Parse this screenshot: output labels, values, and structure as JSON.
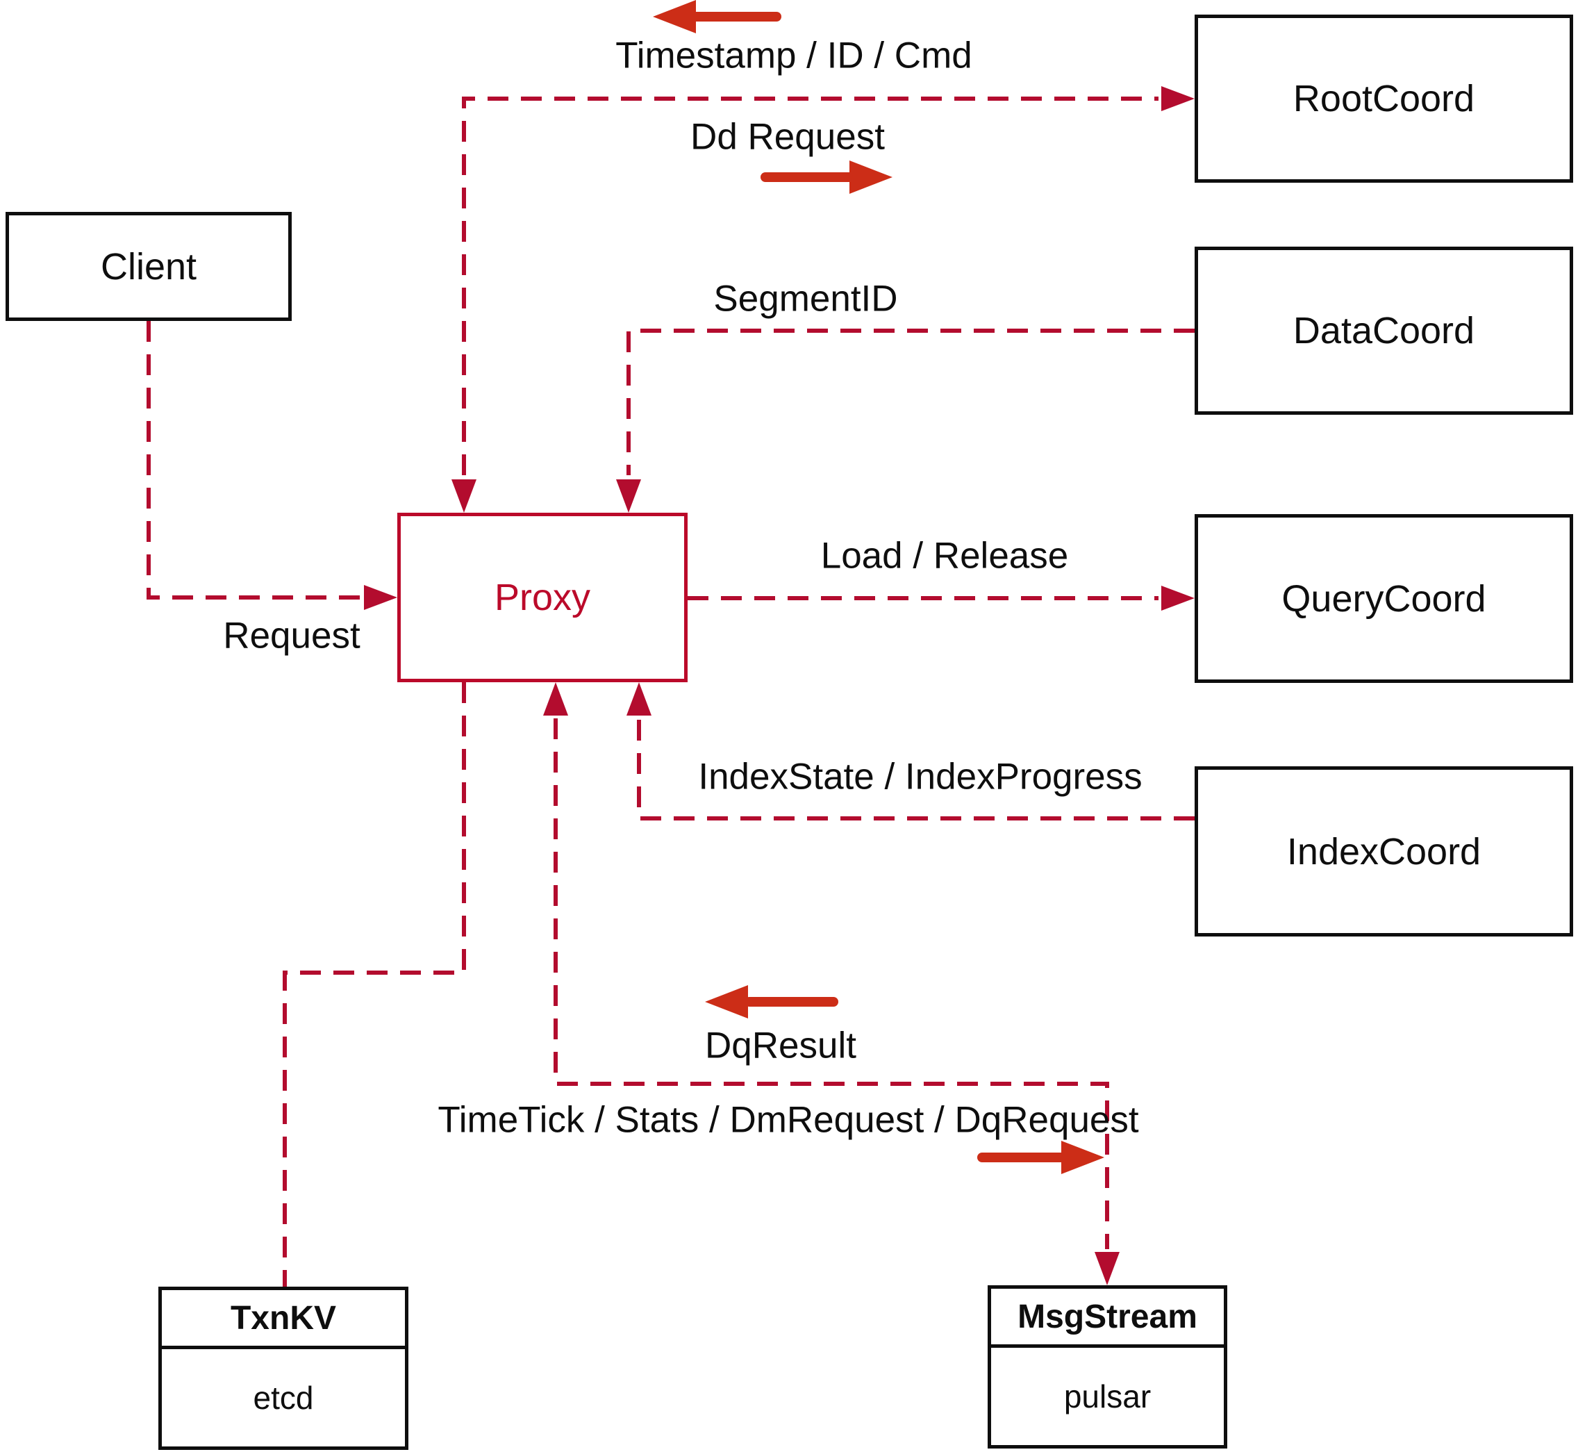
{
  "colors": {
    "ink": "#0e0e0e",
    "dash": "#b30c2e",
    "flow": "#cc2d17",
    "accent": "#bb0a2a",
    "bg": "#ffffff"
  },
  "nodes": {
    "client": {
      "label": "Client"
    },
    "proxy": {
      "label": "Proxy"
    },
    "root_coord": {
      "label": "RootCoord"
    },
    "data_coord": {
      "label": "DataCoord"
    },
    "query_coord": {
      "label": "QueryCoord"
    },
    "index_coord": {
      "label": "IndexCoord"
    },
    "txn_kv": {
      "title": "TxnKV",
      "impl": "etcd"
    },
    "msg_stream": {
      "title": "MsgStream",
      "impl": "pulsar"
    }
  },
  "edges": {
    "request": {
      "label": "Request"
    },
    "timestamp": {
      "label": "Timestamp / ID / Cmd"
    },
    "dd_request": {
      "label": "Dd Request"
    },
    "segment_id": {
      "label": "SegmentID"
    },
    "load_release": {
      "label": "Load / Release"
    },
    "index_state": {
      "label": "IndexState / IndexProgress"
    },
    "dq_result": {
      "label": "DqResult"
    },
    "time_tick": {
      "label": "TimeTick / Stats / DmRequest / DqRequest"
    }
  }
}
